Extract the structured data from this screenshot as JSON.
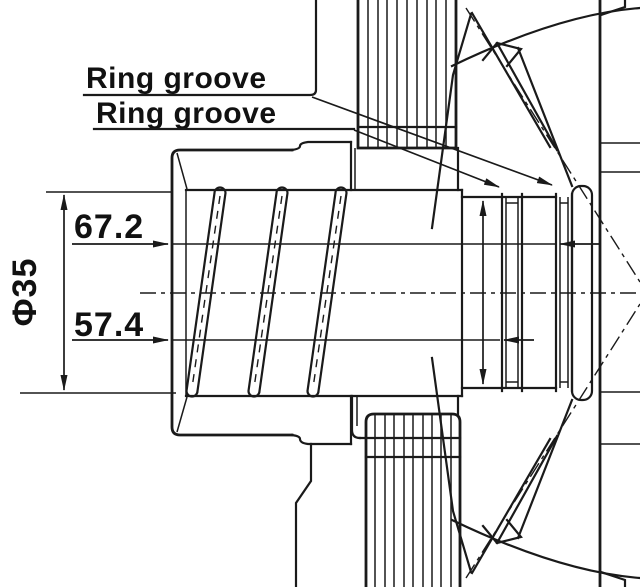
{
  "drawing": {
    "title": "shaft-hub-cross-section",
    "labels": {
      "ring_groove_top": "Ring groove",
      "ring_groove_bottom": "Ring groove"
    },
    "dimensions": {
      "groove_far_position": "67.2",
      "groove_near_position": "57.4",
      "hub_diameter": "Φ35"
    },
    "colors": {
      "line": "#1a1a1a",
      "background": "#ffffff"
    }
  }
}
